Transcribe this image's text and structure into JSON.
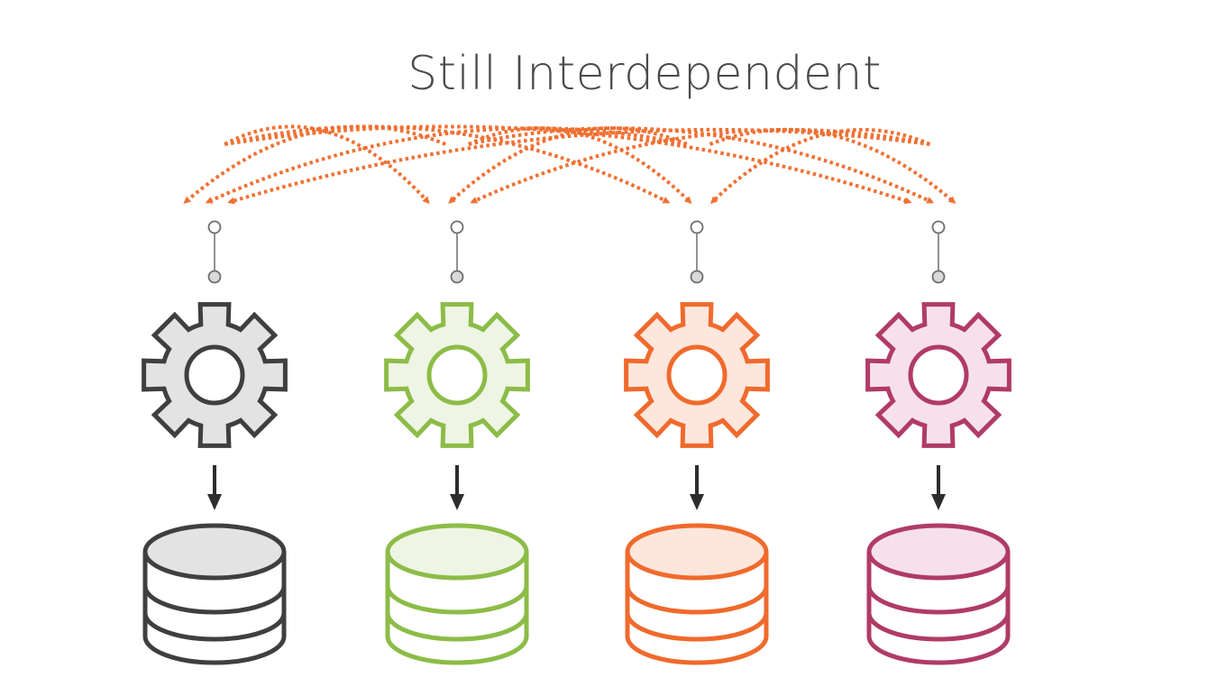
{
  "title": "Still Interdependent",
  "services": [
    {
      "name": "service-gray",
      "stroke": "#3f3f3f",
      "fill": "#e3e3e3"
    },
    {
      "name": "service-green",
      "stroke": "#8cbc47",
      "fill": "#eef5e4"
    },
    {
      "name": "service-orange",
      "stroke": "#f06a2c",
      "fill": "#fde6dc"
    },
    {
      "name": "service-magenta",
      "stroke": "#b03b66",
      "fill": "#f6e1ea"
    }
  ],
  "colors": {
    "dependency_arrow": "#f07032",
    "connector_line": "#6d6d6d",
    "connector_fill": "#d9d9d9",
    "down_arrow": "#2d2d2d"
  },
  "dependencies": [
    {
      "from": 0,
      "to": 1
    },
    {
      "from": 0,
      "to": 2
    },
    {
      "from": 0,
      "to": 3
    },
    {
      "from": 1,
      "to": 0
    },
    {
      "from": 1,
      "to": 2
    },
    {
      "from": 1,
      "to": 3
    },
    {
      "from": 2,
      "to": 0
    },
    {
      "from": 2,
      "to": 1
    },
    {
      "from": 2,
      "to": 3
    },
    {
      "from": 3,
      "to": 0
    },
    {
      "from": 3,
      "to": 1
    },
    {
      "from": 3,
      "to": 2
    }
  ]
}
